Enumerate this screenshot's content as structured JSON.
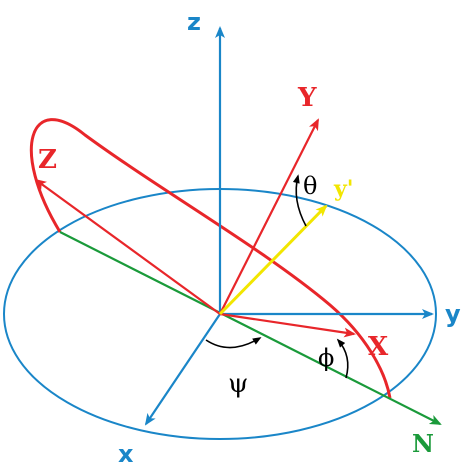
{
  "labels": {
    "z_lower": "z",
    "y_lower": "y",
    "x_lower": "x",
    "X_upper": "X",
    "Y_upper": "Y",
    "Z_upper": "Z",
    "N": "N",
    "y_prime": "y'",
    "psi": "ψ",
    "theta": "θ",
    "phi": "ϕ"
  },
  "colors": {
    "fixed_frame": "#1a86c8",
    "rotated_frame": "#e8262a",
    "node_line": "#1a9a3a",
    "y_prime": "#f2e600",
    "angle_marks": "#000000"
  }
}
